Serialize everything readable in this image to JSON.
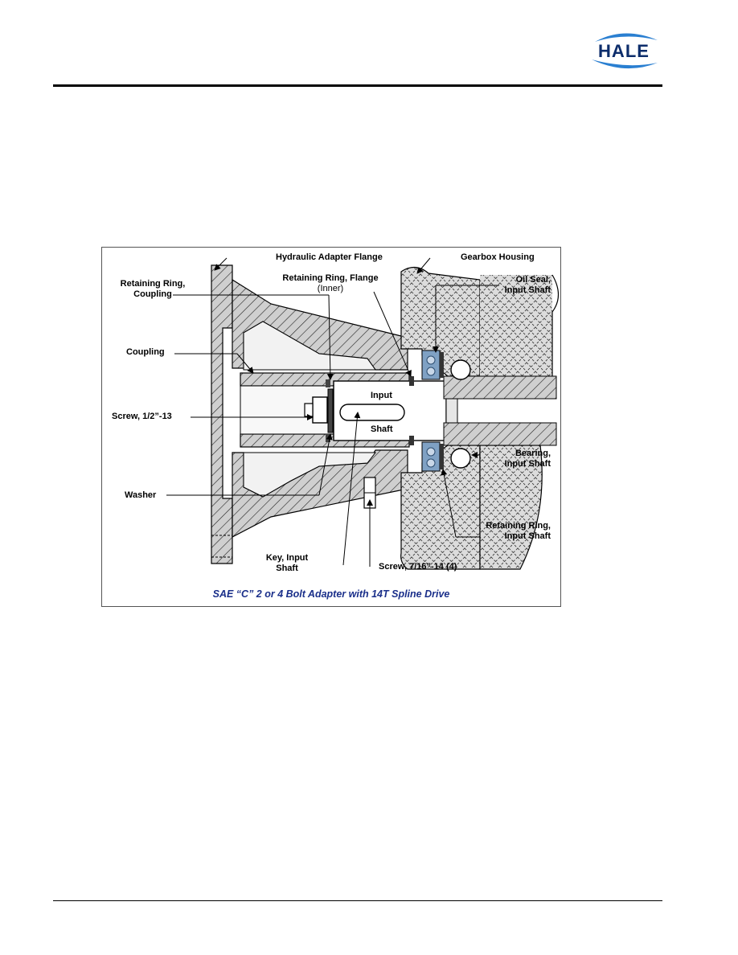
{
  "header": {
    "logo_text": "HALE",
    "logo_colors": {
      "text": "#0d2d6b",
      "swoosh": "#2a7fd1"
    }
  },
  "figure": {
    "caption": "SAE “C” 2 or 4 Bolt Adapter with 14T Spline Drive",
    "labels": {
      "hydraulic_adapter_flange": "Hydraulic Adapter Flange",
      "gearbox_housing": "Gearbox Housing",
      "retaining_ring_coupling_1": "Retaining Ring,",
      "retaining_ring_coupling_2": "Coupling",
      "retaining_ring_flange_1": "Retaining Ring, Flange",
      "retaining_ring_flange_2": "(Inner)",
      "oil_seal_1": "Oil Seal,",
      "oil_seal_2": "Input Shaft",
      "coupling": "Coupling",
      "input": "Input",
      "shaft": "Shaft",
      "screw_half": "Screw, 1/2”-13",
      "bearing_1": "Bearing,",
      "bearing_2": "Input Shaft",
      "washer": "Washer",
      "retaining_ring_input_1": "Retaining Ring,",
      "retaining_ring_input_2": "Input Shaft",
      "key_input_1": "Key, Input",
      "key_input_2": "Shaft",
      "screw_7_16": "Screw, 7/16”-14 (4)"
    }
  }
}
